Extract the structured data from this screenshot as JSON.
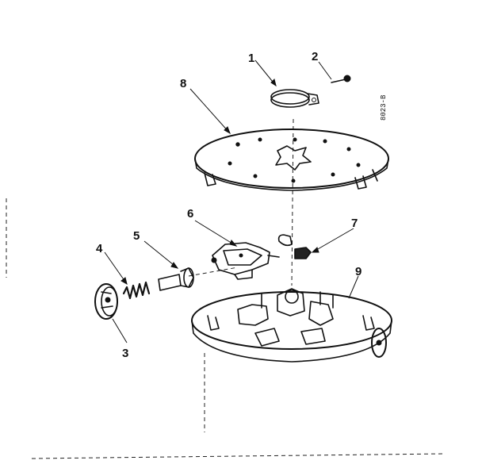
{
  "diagram": {
    "drawing_code": "8023-B",
    "callouts": [
      {
        "id": "callout-1",
        "label": "1"
      },
      {
        "id": "callout-2",
        "label": "2"
      },
      {
        "id": "callout-3",
        "label": "3"
      },
      {
        "id": "callout-4",
        "label": "4"
      },
      {
        "id": "callout-5",
        "label": "5"
      },
      {
        "id": "callout-6",
        "label": "6"
      },
      {
        "id": "callout-7",
        "label": "7"
      },
      {
        "id": "callout-8",
        "label": "8"
      },
      {
        "id": "callout-9",
        "label": "9"
      }
    ],
    "line_color": "#111111",
    "background": "#ffffff"
  }
}
